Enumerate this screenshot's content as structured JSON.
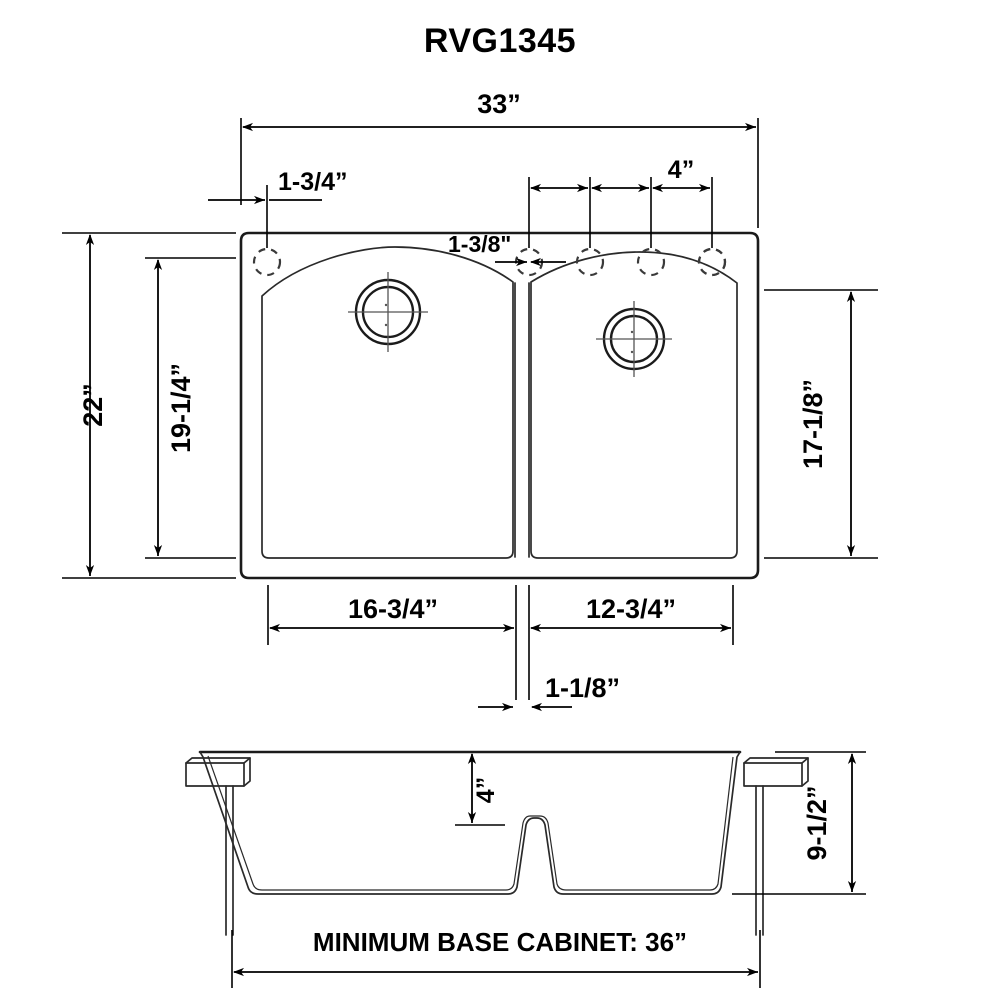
{
  "drawing": {
    "title": "RVG1345",
    "product_type": "double-bowl-drop-in-sink",
    "units": "inches"
  },
  "top_view": {
    "overall_width": "33”",
    "overall_depth": "22”",
    "left_edge_to_first_hole": "1-3/4”",
    "faucet_hole_spacing": "4”",
    "divider_to_hole": "1-3/8\"",
    "left_bowl_interior_depth": "19-1/4”",
    "right_bowl_interior_depth": "17-1/8”",
    "left_bowl_width": "16-3/4”",
    "right_bowl_width": "12-3/4”",
    "divider_width": "1-1/8”",
    "faucet_hole_count": 4,
    "corner_hole_count": 2
  },
  "section_view": {
    "divider_height": "4”",
    "bowl_depth": "9-1/2”",
    "caption": "MINIMUM BASE CABINET: 36”",
    "minimum_base_cabinet": "36”"
  },
  "colors": {
    "line": "#1b1b1b",
    "dimension": "#000000",
    "background": "#ffffff"
  }
}
